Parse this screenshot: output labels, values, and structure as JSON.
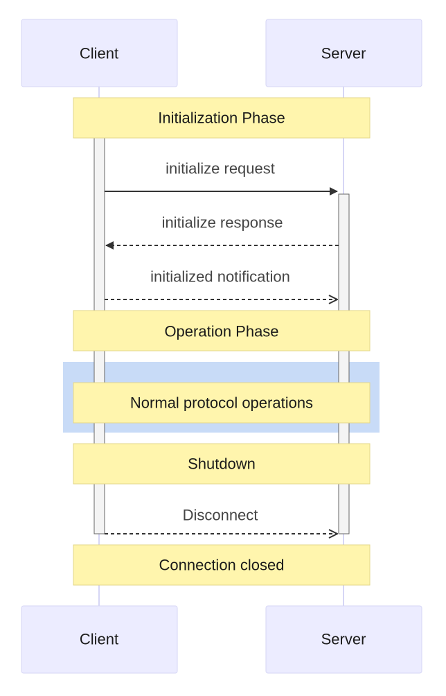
{
  "actors": {
    "client": "Client",
    "server": "Server"
  },
  "notes": {
    "initialization": "Initialization Phase",
    "operation": "Operation Phase",
    "normal_ops": "Normal protocol operations",
    "shutdown": "Shutdown",
    "closed": "Connection closed"
  },
  "messages": [
    {
      "label": "initialize request",
      "from": "client",
      "to": "server",
      "style": "solid",
      "arrow": "filled"
    },
    {
      "label": "initialize response",
      "from": "server",
      "to": "client",
      "style": "dashed",
      "arrow": "filled"
    },
    {
      "label": "initialized notification",
      "from": "client",
      "to": "server",
      "style": "dashed",
      "arrow": "open"
    },
    {
      "label": "Disconnect",
      "from": "client",
      "to": "server",
      "style": "dashed",
      "arrow": "open"
    }
  ],
  "colors": {
    "actor_fill": "#ECECFF",
    "note_fill": "#FFF5AD",
    "highlight_fill": "#C8DBF7",
    "activation_fill": "#F4F4F4"
  }
}
